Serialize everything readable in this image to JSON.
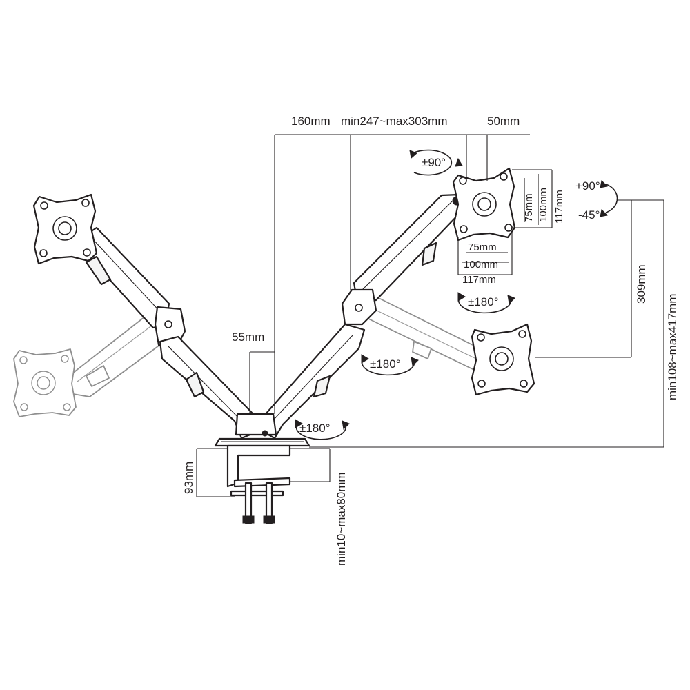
{
  "dimensions": {
    "d160": "160mm",
    "reach": "min247~max303mm",
    "d50": "50mm",
    "rot90": "±90°",
    "tilt_up": "+90°",
    "tilt_down": "-45°",
    "v75": "75mm",
    "v100": "100mm",
    "v117": "117mm",
    "h75": "75mm",
    "h100": "100mm",
    "h117": "117mm",
    "swivel_head": "±180°",
    "d309": "309mm",
    "height_range": "min108~max417mm",
    "swivel_mid": "±180°",
    "d55": "55mm",
    "swivel_base": "±180°",
    "d93": "93mm",
    "clamp_range": "min10~max80mm"
  },
  "colors": {
    "line": "#231f20",
    "ghost": "#8f8f8f",
    "background": "#ffffff"
  }
}
